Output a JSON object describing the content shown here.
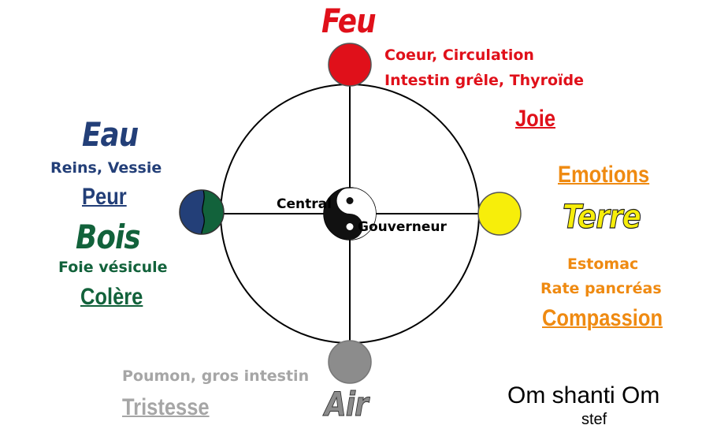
{
  "colors": {
    "fire": "#e0101a",
    "water": "#233f78",
    "wood": "#12623b",
    "earth_fill": "#f7ee0a",
    "earth_text": "#ef8a11",
    "metal_fill": "#8c8c8c",
    "metal_text": "#a6a6a6",
    "circle": "#000000"
  },
  "fire": {
    "element": "Feu",
    "organs_line1": "Coeur, Circulation",
    "organs_line2": "Intestin grêle, Thyroïde",
    "emotion": "Joie"
  },
  "water": {
    "element": "Eau",
    "organs": "Reins, Vessie",
    "emotion": "Peur"
  },
  "wood": {
    "element": "Bois",
    "organs": "Foie vésicule",
    "emotion": "Colère"
  },
  "earth": {
    "label_top": "Emotions",
    "element": "Terre",
    "organs_line1": "Estomac",
    "organs_line2": "Rate pancréas",
    "emotion": "Compassion"
  },
  "metal": {
    "element": "Air",
    "organs": "Poumon, gros intestin",
    "emotion": "Tristesse"
  },
  "center": {
    "left_label": "Central",
    "right_label": "Gouverneur",
    "icon": "yin-yang-icon"
  },
  "signature": {
    "mantra": "Om shanti Om",
    "author": "stef"
  }
}
